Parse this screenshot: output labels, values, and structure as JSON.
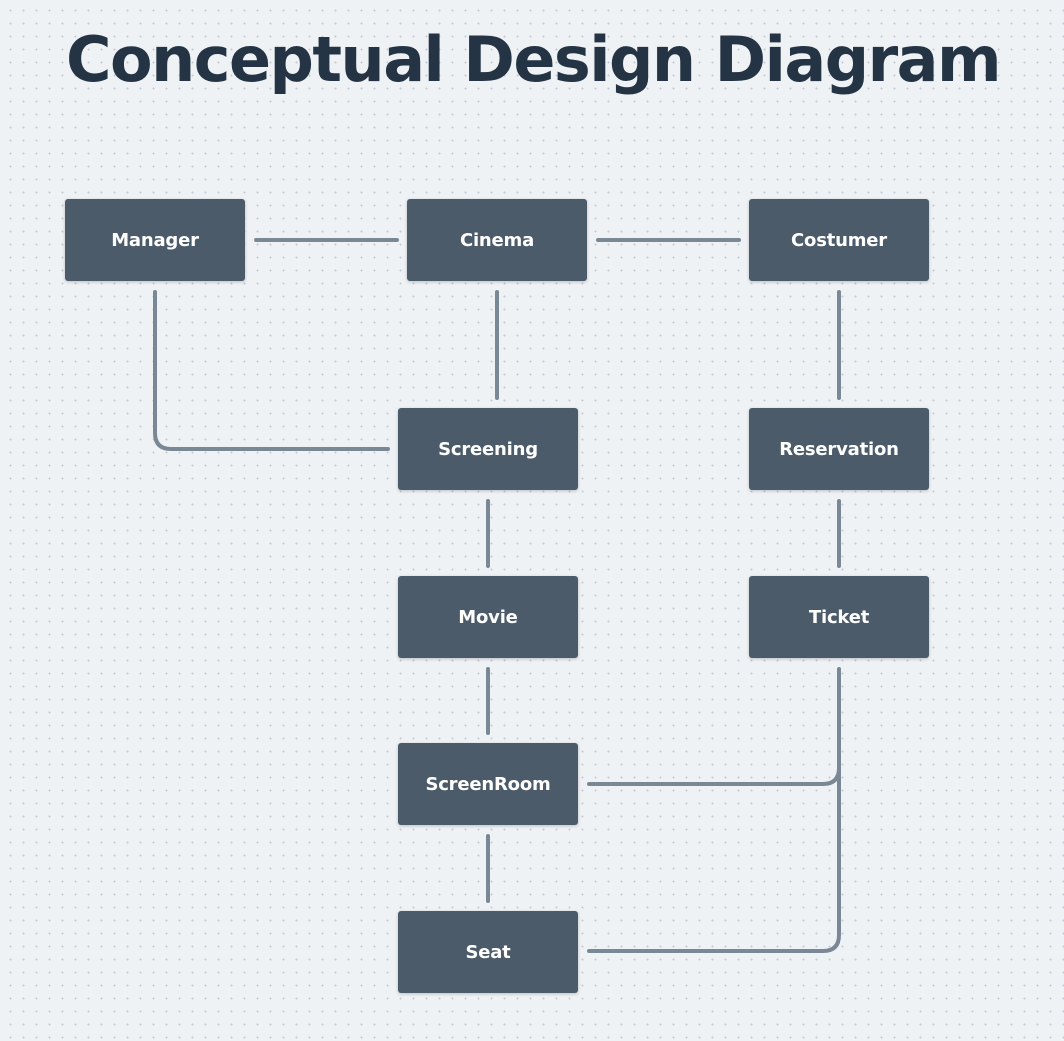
{
  "title": "Conceptual Design Diagram",
  "colors": {
    "background": "#eff2f5",
    "node_fill": "#4b5b6a",
    "node_text": "#ffffff",
    "connector": "#7a8896",
    "title": "#253445"
  },
  "nodes": {
    "manager": "Manager",
    "cinema": "Cinema",
    "costumer": "Costumer",
    "screening": "Screening",
    "reservation": "Reservation",
    "movie": "Movie",
    "ticket": "Ticket",
    "screenroom": "ScreenRoom",
    "seat": "Seat"
  },
  "connections": [
    {
      "from": "Manager",
      "to": "Cinema"
    },
    {
      "from": "Cinema",
      "to": "Costumer"
    },
    {
      "from": "Manager",
      "to": "Screening"
    },
    {
      "from": "Cinema",
      "to": "Screening"
    },
    {
      "from": "Costumer",
      "to": "Reservation"
    },
    {
      "from": "Screening",
      "to": "Movie"
    },
    {
      "from": "Reservation",
      "to": "Ticket"
    },
    {
      "from": "Movie",
      "to": "ScreenRoom"
    },
    {
      "from": "ScreenRoom",
      "to": "Seat"
    },
    {
      "from": "Ticket",
      "to": "ScreenRoom"
    },
    {
      "from": "Ticket",
      "to": "Seat"
    }
  ]
}
